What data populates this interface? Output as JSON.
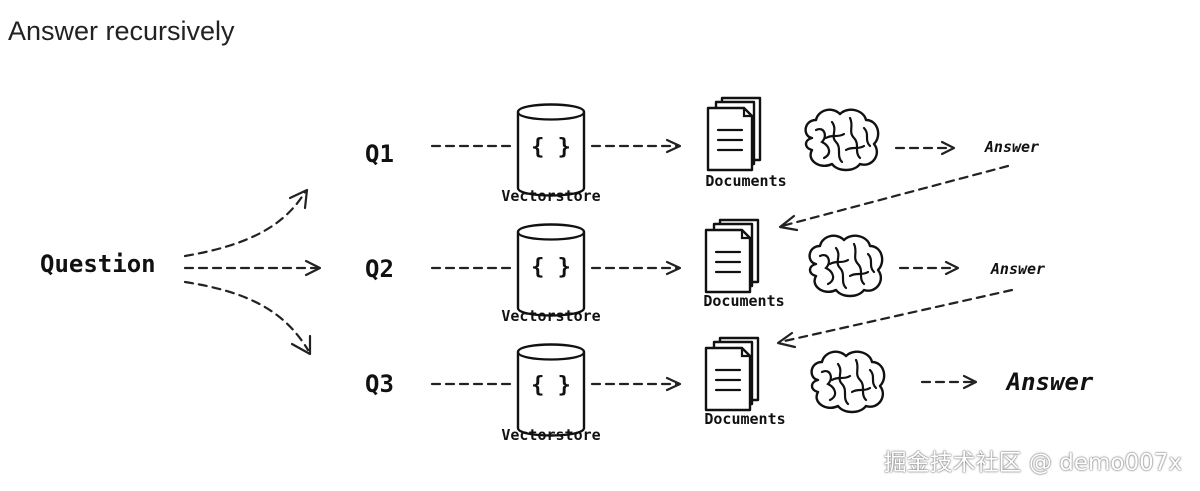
{
  "page": {
    "title": "Answer recursively"
  },
  "diagram": {
    "question_label": "Question",
    "rows": [
      {
        "query": "Q1",
        "store_icon": "{ }",
        "store_label": "Vectorstore",
        "docs_label": "Documents",
        "answer": "Answer"
      },
      {
        "query": "Q2",
        "store_icon": "{ }",
        "store_label": "Vectorstore",
        "docs_label": "Documents",
        "answer": "Answer"
      },
      {
        "query": "Q3",
        "store_icon": "{ }",
        "store_label": "Vectorstore",
        "docs_label": "Documents",
        "answer": "Answer"
      }
    ],
    "icons": {
      "store": "database-icon",
      "documents": "documents-icon",
      "llm": "brain-icon"
    }
  },
  "watermark": "掘金技术社区 @ demo007x"
}
